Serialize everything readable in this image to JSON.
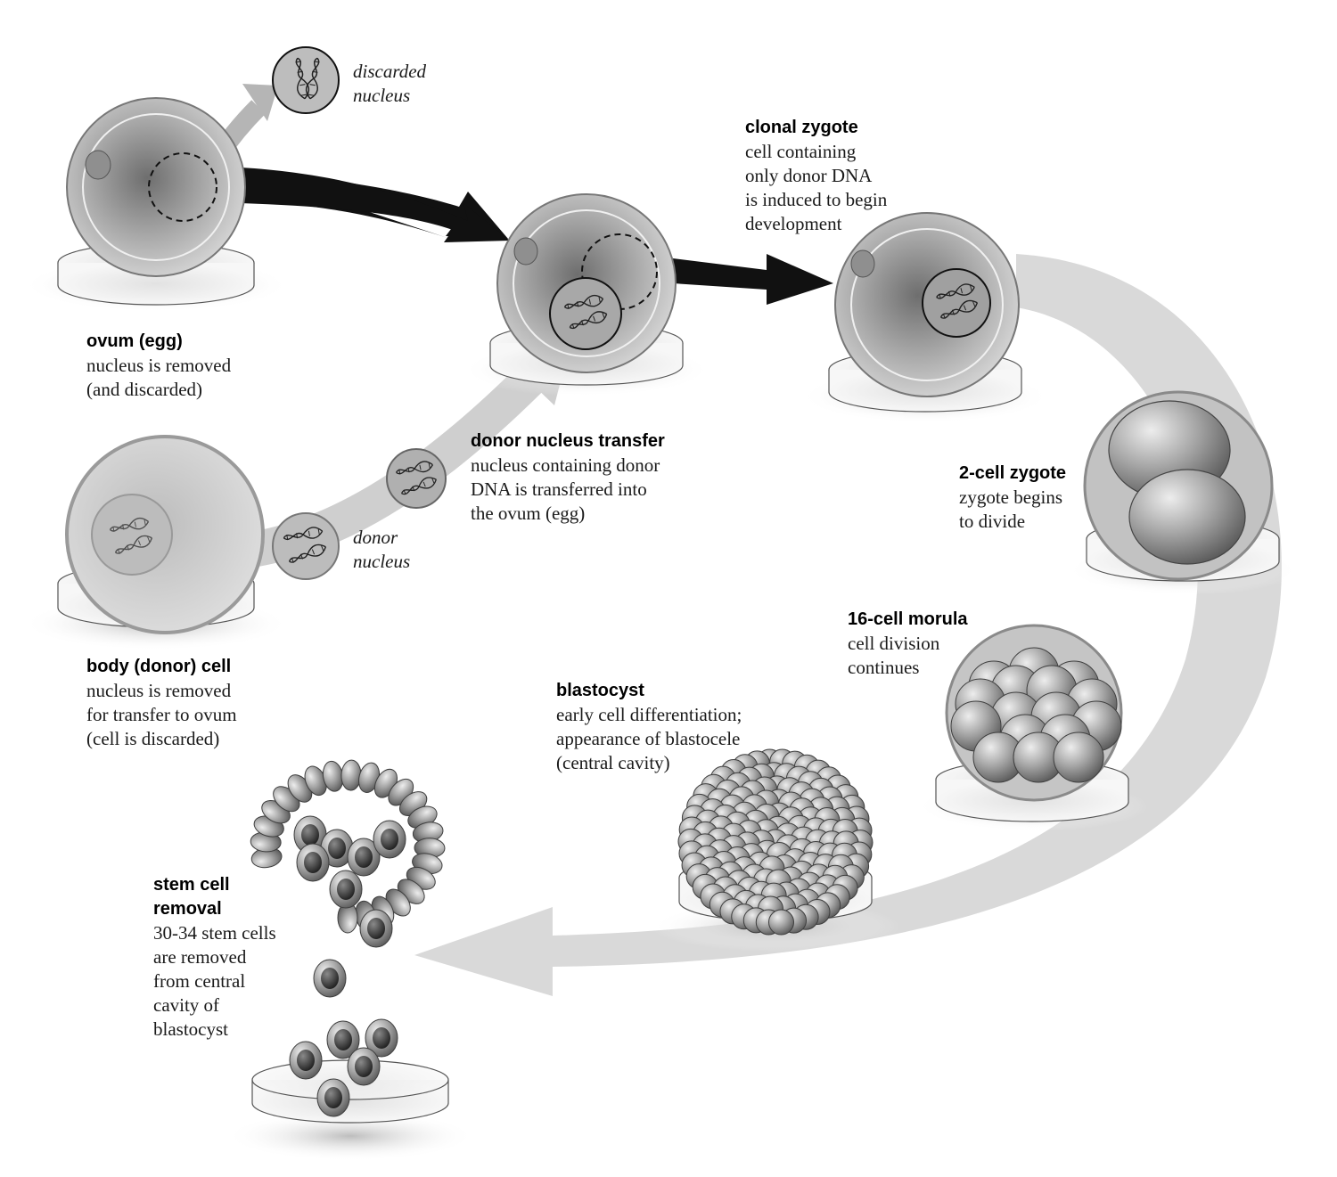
{
  "labels": {
    "discarded": [
      "discarded",
      "nucleus"
    ],
    "donor_small": [
      "donor",
      "nucleus"
    ],
    "ovum": {
      "title": "ovum (egg)",
      "lines": [
        "nucleus is removed",
        "(and discarded)"
      ]
    },
    "body": {
      "title": "body (donor) cell",
      "lines": [
        "nucleus is removed",
        "for transfer to ovum",
        "(cell is discarded)"
      ]
    },
    "transfer": {
      "title": "donor nucleus transfer",
      "lines": [
        "nucleus containing donor",
        "DNA is transferred into",
        "the ovum (egg)"
      ]
    },
    "clonal": {
      "title": "clonal zygote",
      "lines": [
        "cell containing",
        "only donor DNA",
        "is induced to begin",
        "development"
      ]
    },
    "two_cell": {
      "title": "2-cell zygote",
      "lines": [
        "zygote begins",
        "to divide"
      ]
    },
    "morula": {
      "title": "16-cell morula",
      "lines": [
        "cell division",
        "continues"
      ]
    },
    "blastocyst": {
      "title": "blastocyst",
      "lines": [
        "early cell differentiation;",
        "appearance of blastocele",
        "(central cavity)"
      ]
    },
    "stem": {
      "title": "stem cell\nremoval",
      "lines": [
        "30-34 stem cells",
        "are removed",
        "from central",
        "cavity of",
        "blastocyst"
      ]
    }
  }
}
